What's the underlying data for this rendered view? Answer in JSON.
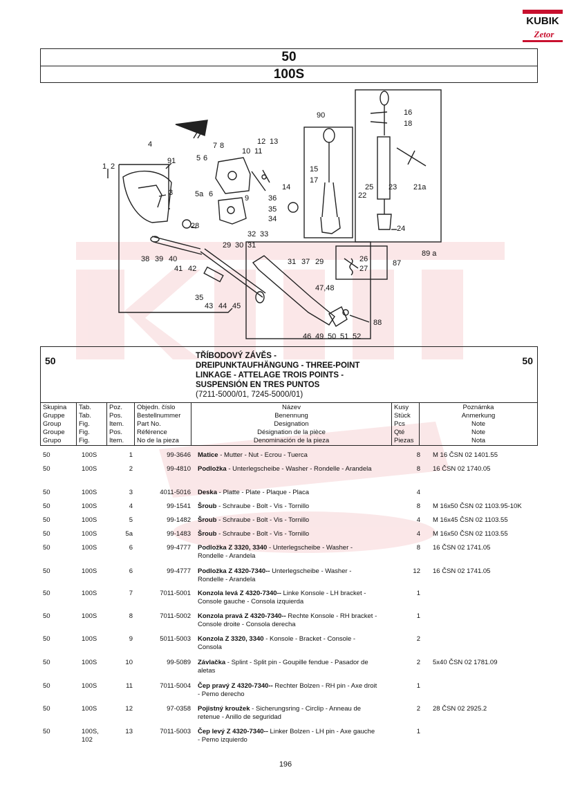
{
  "logo": {
    "brand": "KUBIK",
    "sub": "Zetor"
  },
  "header": {
    "group": "50",
    "figure": "100S"
  },
  "diagram": {
    "callouts": [
      "1",
      "2",
      "3",
      "4",
      "91",
      "5",
      "6",
      "7",
      "8",
      "10",
      "11",
      "12",
      "13",
      "5a",
      "6",
      "9",
      "35",
      "36",
      "14",
      "34",
      "32",
      "33",
      "28",
      "29",
      "30",
      "31",
      "38",
      "39",
      "40",
      "41",
      "42",
      "35",
      "43",
      "44",
      "45",
      "90",
      "15",
      "17",
      "16",
      "18",
      "25",
      "23",
      "21a",
      "22",
      "24",
      "89 a",
      "26",
      "27",
      "87",
      "31",
      "37",
      "29",
      "47,48",
      "88",
      "46",
      "49",
      "50",
      "51",
      "52"
    ]
  },
  "section": {
    "group_left": "50",
    "group_right": "50",
    "title_lines": [
      "TŘÍBODOVÝ ZÁVĚS -",
      "DREIPUNKTAUFHÄNGUNG - THREE-POINT",
      "LINKAGE - ATTELAGE TROIS POINTS -",
      "SUSPENSIÓN EN TRES PUNTOS"
    ],
    "subtitle": "(7211-5000/01, 7245-5000/01)"
  },
  "columns": [
    [
      "Skupina",
      "Gruppe",
      "Group",
      "Groupe",
      "Grupo"
    ],
    [
      "Tab.",
      "Tab.",
      "Fig.",
      "Fig.",
      "Fig."
    ],
    [
      "Poz.",
      "Pos.",
      "Item.",
      "Pos.",
      "Item."
    ],
    [
      "Objedn. číslo",
      "Bestellnummer",
      "Part No.",
      "Référence",
      "No de la pieza"
    ],
    [
      "Název",
      "Benennung",
      "Designation",
      "Désignation de la pièce",
      "Denominación de la pieza"
    ],
    [
      "Kusy",
      "Stück",
      "Pcs",
      "Qté",
      "Piezas"
    ],
    [
      "Poznámka",
      "Anmerkung",
      "Note",
      "Note",
      "Nota"
    ]
  ],
  "parts": [
    {
      "group": "50",
      "fig": "100S",
      "pos": "1",
      "part": "99-3646",
      "name_b": "Matice",
      "name": " - Mutter - Nut - Ecrou - Tuerca",
      "qty": "8",
      "note": "M 16 ČSN 02 1401.55"
    },
    {
      "group": "50",
      "fig": "100S",
      "pos": "2",
      "part": "99-4810",
      "name_b": "Podložka",
      "name": " - Unterlegscheibe - Washer - Rondelle - Arandela",
      "qty": "8",
      "note": "16 ČSN 02 1740.05"
    },
    {
      "group": "50",
      "fig": "100S",
      "pos": "3",
      "part": "4011-5016",
      "name_b": "Deska",
      "name": " - Platte - Plate - Plaque - Placa",
      "qty": "4",
      "note": ""
    },
    {
      "group": "50",
      "fig": "100S",
      "pos": "4",
      "part": "99-1541",
      "name_b": "Šroub",
      "name": " - Schraube - Bolt - Vis - Tornillo",
      "qty": "8",
      "note": "M 16x50 ČSN 02 1103.95-10K"
    },
    {
      "group": "50",
      "fig": "100S",
      "pos": "5",
      "part": "99-1482",
      "name_b": "Šroub",
      "name": " - Schraube - Bolt - Vis - Tornillo",
      "qty": "4",
      "note": "M 16x45 ČSN 02 1103.55"
    },
    {
      "group": "50",
      "fig": "100S",
      "pos": "5a",
      "part": "99-1483",
      "name_b": "Šroub",
      "name": " - Schraube - Bolt - Vis - Tornillo",
      "qty": "4",
      "note": "M 16x50 ČSN 02 1103.55"
    },
    {
      "group": "50",
      "fig": "100S",
      "pos": "6",
      "part": "99-4777",
      "name_b": "Podložka Z 3320, 3340",
      "name": " - Unterlegscheibe - Washer - Rondelle - Arandela",
      "qty": "8",
      "note": "16 ČSN 02 1741.05"
    },
    {
      "group": "50",
      "fig": "100S",
      "pos": "6",
      "part": "99-4777",
      "name_b": "Podložka Z 4320-7340--",
      "name": " Unterlegscheibe - Washer - Rondelle - Arandela",
      "qty": "12",
      "note": "16 ČSN 02 1741.05"
    },
    {
      "group": "50",
      "fig": "100S",
      "pos": "7",
      "part": "7011-5001",
      "name_b": "Konzola levá Z 4320-7340--",
      "name": " Linke Konsole - LH bracket - Console gauche - Consola izquierda",
      "qty": "1",
      "note": ""
    },
    {
      "group": "50",
      "fig": "100S",
      "pos": "8",
      "part": "7011-5002",
      "name_b": "Konzola pravá Z 4320-7340--",
      "name": " Rechte Konsole - RH bracket - Console droite - Consola derecha",
      "qty": "1",
      "note": ""
    },
    {
      "group": "50",
      "fig": "100S",
      "pos": "9",
      "part": "5011-5003",
      "name_b": "Konzola Z 3320, 3340",
      "name": " - Konsole - Bracket - Console - Consola",
      "qty": "2",
      "note": ""
    },
    {
      "group": "50",
      "fig": "100S",
      "pos": "10",
      "part": "99-5089",
      "name_b": "Závlačka",
      "name": " - Splint - Split pin - Goupille fendue - Pasador de aletas",
      "qty": "2",
      "note": "5x40 ČSN 02 1781.09"
    },
    {
      "group": "50",
      "fig": "100S",
      "pos": "11",
      "part": "7011-5004",
      "name_b": "Čep pravý Z 4320-7340--",
      "name": " Rechter Bolzen - RH pin - Axe droit - Pemo derecho",
      "qty": "1",
      "note": ""
    },
    {
      "group": "50",
      "fig": "100S",
      "pos": "12",
      "part": "97-0358",
      "name_b": "Pojistný kroužek",
      "name": " - Sicherungsring - Circlip - Anneau de retenue - Anillo de seguridad",
      "qty": "2",
      "note": "28 ČSN 02 2925.2"
    },
    {
      "group": "50",
      "fig": "100S, 102",
      "pos": "13",
      "part": "7011-5003",
      "name_b": "Čep levý Z 4320-7340--",
      "name": " Linker Bolzen - LH pin - Axe gauche - Pemo izquierdo",
      "qty": "1",
      "note": ""
    }
  ],
  "page_number": "196"
}
